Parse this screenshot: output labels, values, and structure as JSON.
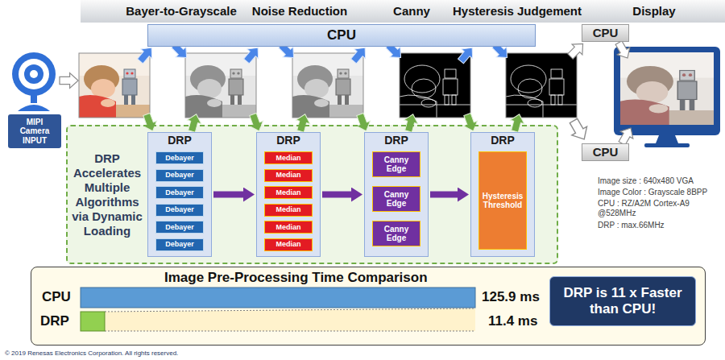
{
  "diagram": {
    "nodes": [
      {
        "text": [
          "CPU"
        ]
      },
      {
        "text": [
          "CPU"
        ]
      },
      {
        "text": [
          "MIPI Camera INPUT"
        ]
      },
      {
        "text": [
          "DRP Accelerates Multiple Algorithms via Dynamic Loading"
        ]
      },
      {
        "text": [
          "DRP"
        ],
        "in": 3
      },
      {
        "text": [
          "Debayer"
        ],
        "in": 4
      },
      {
        "text": [
          "Debayer"
        ],
        "in": 4
      },
      {
        "text": [
          "Debayer"
        ],
        "in": 4
      },
      {
        "text": [
          "Debayer"
        ],
        "in": 4
      },
      {
        "text": [
          "Debayer"
        ],
        "in": 4
      },
      {
        "text": [
          "Debayer"
        ],
        "in": 4
      },
      {
        "text": [
          "DRP"
        ],
        "in": 3
      },
      {
        "text": [
          "Median"
        ],
        "in": 11
      },
      {
        "text": [
          "Median"
        ],
        "in": 11
      },
      {
        "text": [
          "Median"
        ],
        "in": 11
      },
      {
        "text": [
          "Median"
        ],
        "in": 11
      },
      {
        "text": [
          "Median"
        ],
        "in": 11
      },
      {
        "text": [
          "Median"
        ],
        "in": 11
      },
      {
        "text": [
          "DRP"
        ],
        "in": 3
      },
      {
        "text": [
          "Canny Edge"
        ],
        "in": 18
      },
      {
        "text": [
          "Canny Edge"
        ],
        "in": 18
      },
      {
        "text": [
          "Canny Edge"
        ],
        "in": 18
      },
      {
        "text": [
          "DRP"
        ],
        "in": 3
      },
      {
        "text": [
          "Hysteresis Threshold"
        ],
        "in": 22
      },
      {
        "text": [
          "CPU"
        ]
      },
      {
        "text": [
          "Image Pre-Processing Time Comparison"
        ]
      },
      {
        "text": [
          "DRP is 11 x Faster than CPU!"
        ],
        "in": 25
      }
    ],
    "edges": [
      {
        "from": 4,
        "to": 11,
        "arrow": "to"
      },
      {
        "from": 11,
        "to": 18,
        "arrow": "to"
      },
      {
        "from": 18,
        "to": 22,
        "arrow": "to"
      }
    ],
    "labels": [
      "Bayer-to-Grayscale",
      "Noise Reduction",
      "Canny",
      "Hysteresis Judgement",
      "Display",
      "Image size : 640x480 VGA",
      "Image Color : Grayscale 8BPP",
      "CPU : RZ/A2M Cortex-A9 @528MHz",
      "DRP : max.66MHz",
      "CPU",
      "DRP",
      "125.9 ms",
      "11.4 ms",
      "© 2019 Renesas Electronics Corporation. All rights reserved."
    ]
  }
}
